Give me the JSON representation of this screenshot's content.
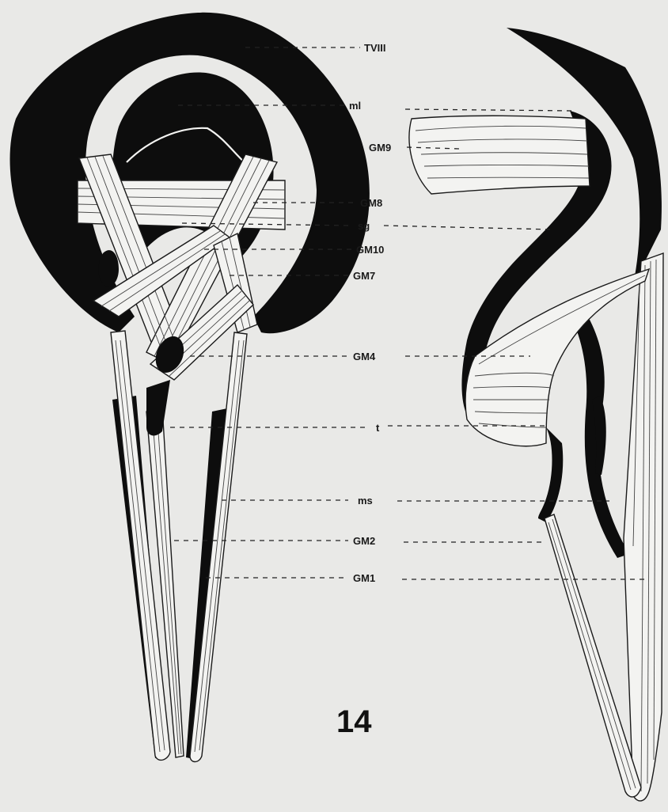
{
  "figure": {
    "number": "14",
    "labels": {
      "tviii": "TVIII",
      "ml": "ml",
      "gm9": "GM9",
      "gm8": "GM8",
      "sg": "sg",
      "gm10": "GM10",
      "gm7": "GM7",
      "gm4": "GM4",
      "t": "t",
      "ms": "ms",
      "gm2": "GM2",
      "gm1": "GM1"
    },
    "colors": {
      "background": "#e9e9e7",
      "ink": "#0d0d0d",
      "muscle": "#f3f3f1"
    }
  }
}
